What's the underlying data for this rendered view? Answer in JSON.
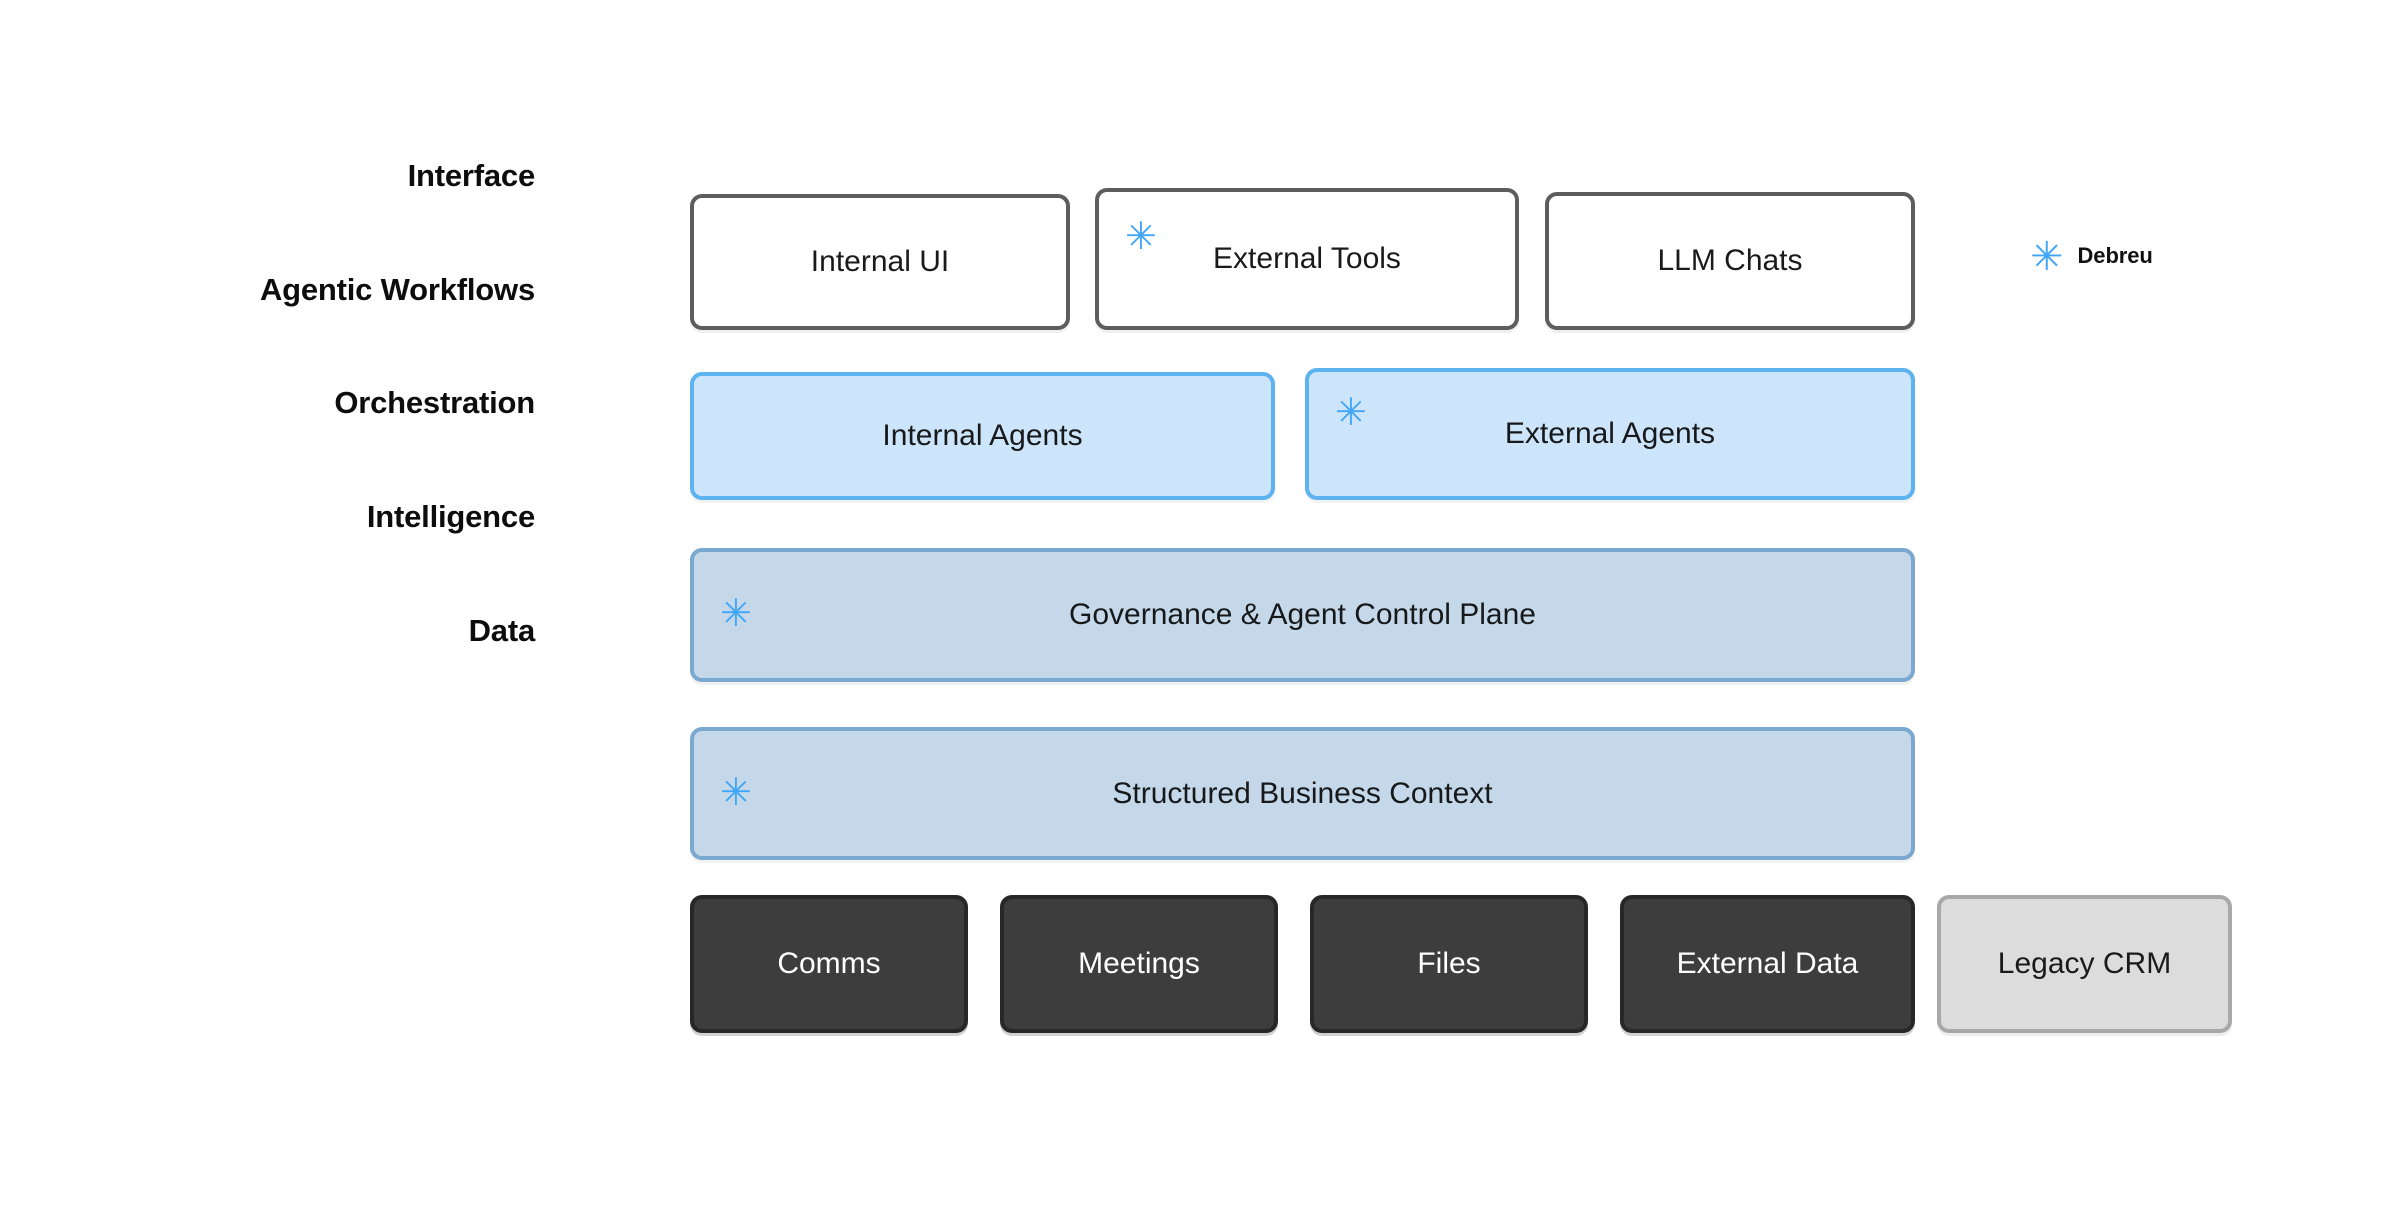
{
  "legend": {
    "marker": "✳",
    "label": "Debreu",
    "marker_color": "#41a6f6"
  },
  "palette": {
    "accent_blue": "#41a6f6",
    "outline_border": "#5d5d5d",
    "lightblue_fill": "#cde5fa",
    "lightblue_border": "#5cb3f0",
    "band_fill": "#c4d8ea",
    "band_border": "#7aa8cf",
    "dark_fill": "#3d3d3d",
    "dark_text": "#ffffff",
    "muted_fill": "#dcdcdc",
    "muted_border": "#a8a8a8",
    "background": "#ffffff"
  },
  "rows": [
    {
      "label": "Interface",
      "nodes": [
        {
          "label": "Internal UI",
          "marked": false
        },
        {
          "label": "External Tools",
          "marked": true
        },
        {
          "label": "LLM Chats",
          "marked": false
        }
      ]
    },
    {
      "label": "Agentic Workflows",
      "nodes": [
        {
          "label": "Internal Agents",
          "marked": false
        },
        {
          "label": "External Agents",
          "marked": true
        }
      ]
    },
    {
      "label": "Orchestration",
      "nodes": [
        {
          "label": "Governance & Agent Control Plane",
          "marked": true
        }
      ]
    },
    {
      "label": "Intelligence",
      "nodes": [
        {
          "label": "Structured Business Context",
          "marked": true
        }
      ]
    },
    {
      "label": "Data",
      "nodes": [
        {
          "label": "Comms",
          "marked": false
        },
        {
          "label": "Meetings",
          "marked": false
        },
        {
          "label": "Files",
          "marked": false
        },
        {
          "label": "External Data",
          "marked": false
        },
        {
          "label": "Legacy CRM",
          "marked": false
        }
      ]
    }
  ]
}
